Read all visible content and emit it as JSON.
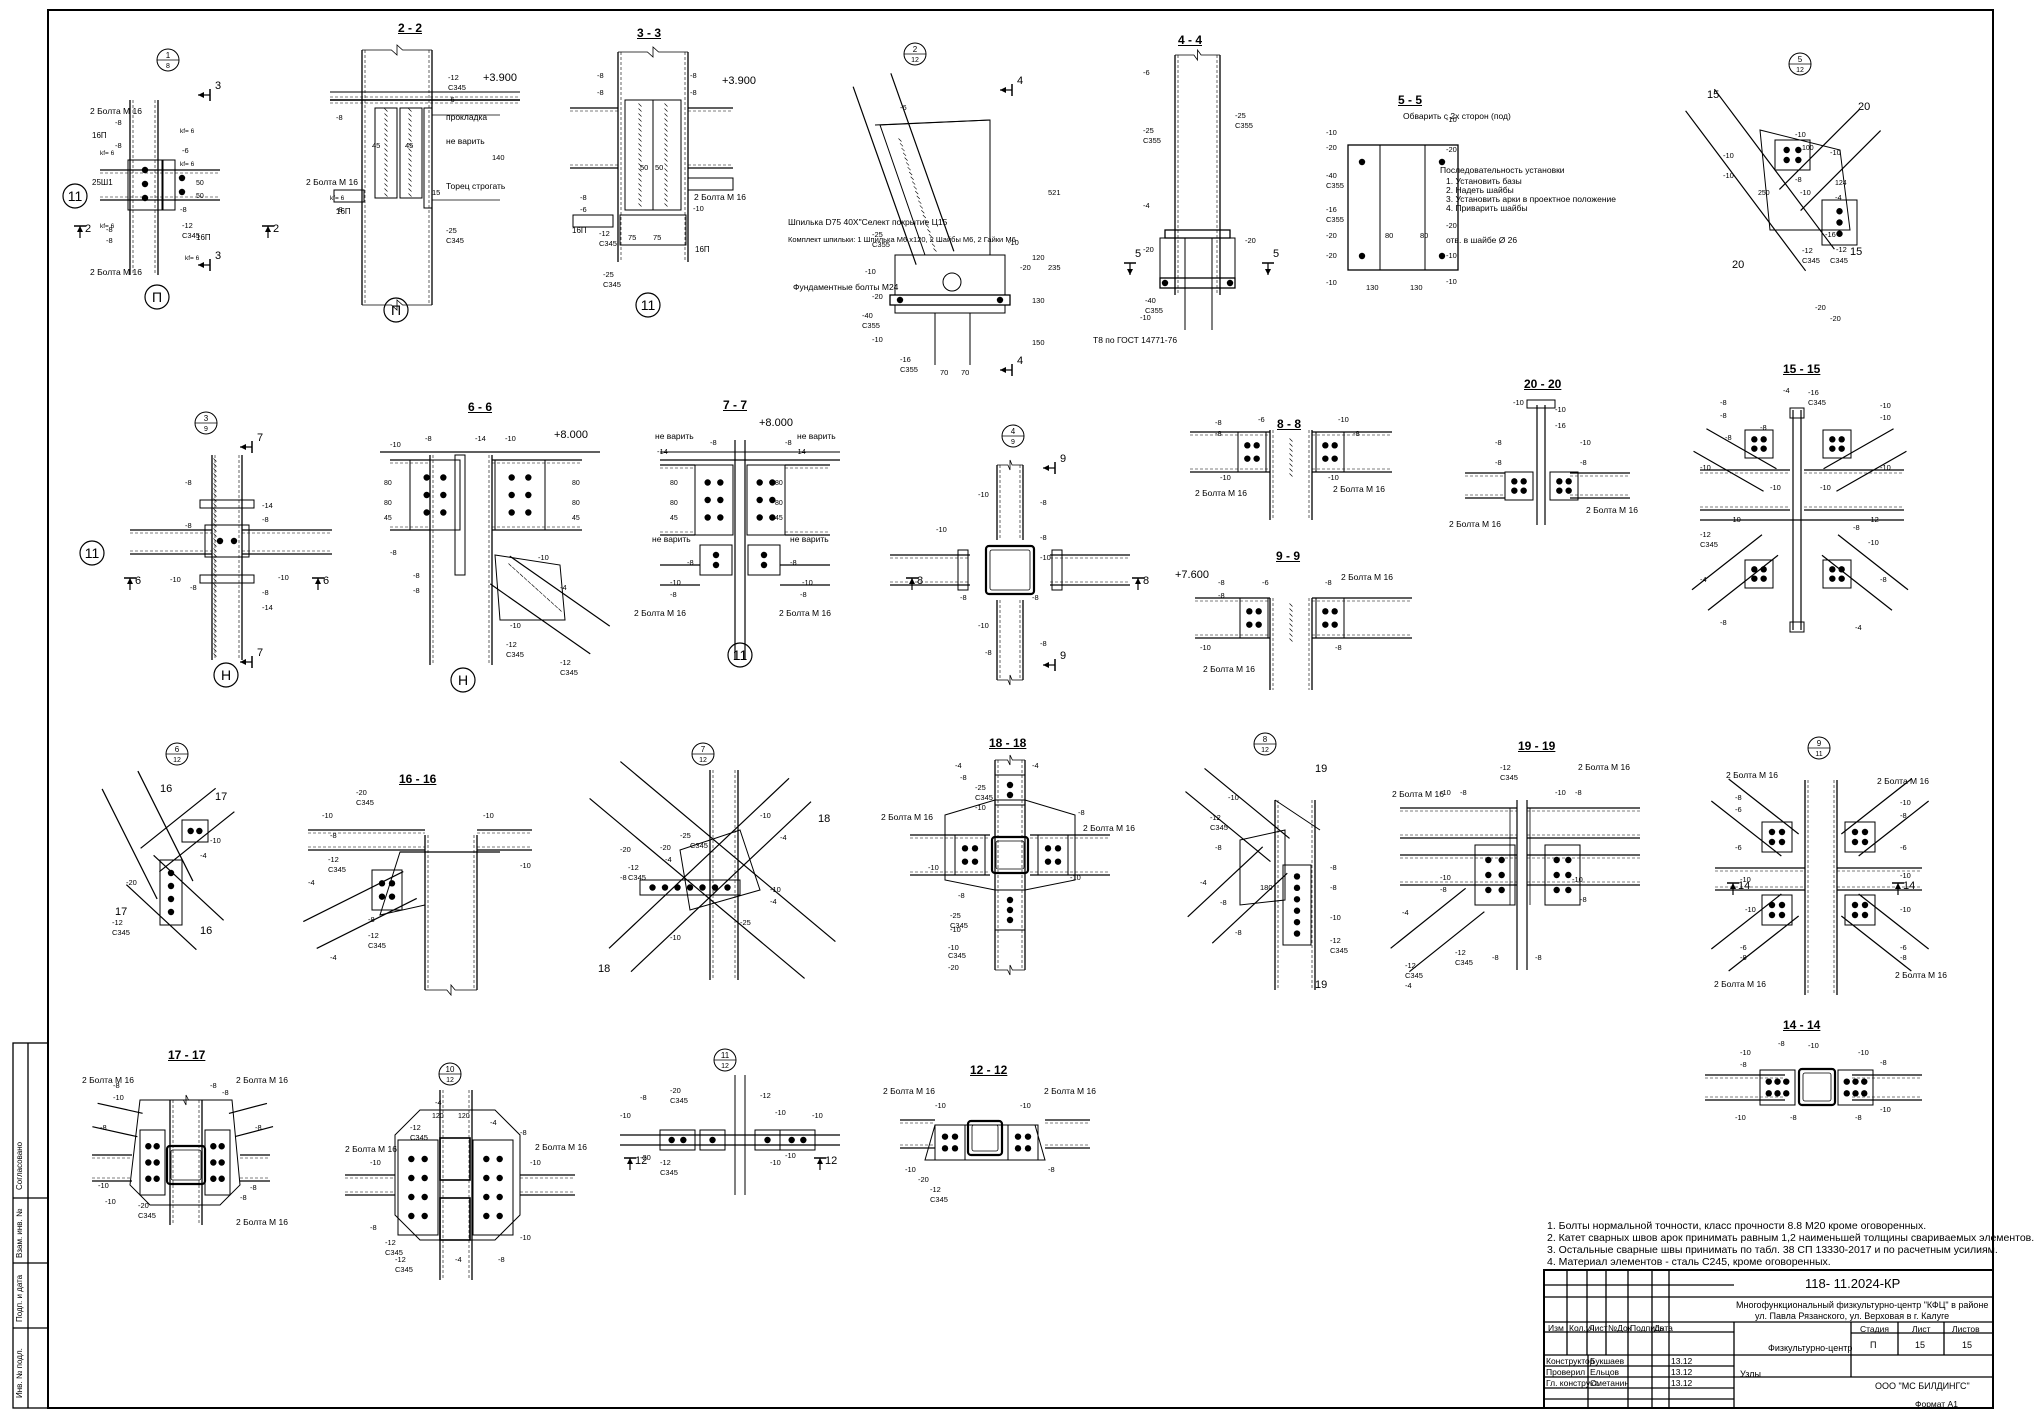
{
  "sheet": {
    "format_label": "Формат А1",
    "notes": [
      "1. Болты нормальной точности, класс прочности 8.8 М20 кроме оговоренных.",
      "2. Катет сварных швов арок принимать равным 1,2 наименьшей толщины свариваемых элементов.",
      "3. Остальные сварные швы принимать по табл. 38 СП 13330-2017 и по расчетным усилиям.",
      "4. Материал элементов - сталь С245, кроме оговоренных."
    ],
    "side_stamp": [
      "Согласовано",
      "Взам. инв. №",
      "Подп. и дата",
      "Инв. № подл."
    ]
  },
  "title_block": {
    "doc_code": "118- 11.2024-КР",
    "project": [
      "Многофункциональный физкультурно-центр \"КФЦ\" в районе",
      "ул. Павла Рязанского, ул. Верховая в г. Калуге"
    ],
    "object": "Физкультурно-центр",
    "sheet_name": "Узлы",
    "organization": "ООО \"МС БИЛДИНГС\"",
    "col_headers": [
      "Изм",
      "Кол.уч",
      "Лист",
      "№Док",
      "Подпись",
      "Дата"
    ],
    "stage_headers": [
      "Стадия",
      "Лист",
      "Листов"
    ],
    "stage_values": [
      "П",
      "15",
      "15"
    ],
    "signers": [
      {
        "role": "Конструктор",
        "name": "Букшаев",
        "date": "13.12"
      },
      {
        "role": "Проверил",
        "name": "Ельцов",
        "date": "13.12"
      },
      {
        "role": "Гл. конструкт.",
        "name": "Сметанин",
        "date": "13.12"
      }
    ]
  },
  "views": [
    {
      "id": "node-1-1",
      "type": "callout",
      "label": "1",
      "sub": "8"
    },
    {
      "id": "sec-2-2",
      "type": "section",
      "label": "2 - 2"
    },
    {
      "id": "sec-3-3",
      "type": "section",
      "label": "3 - 3"
    },
    {
      "id": "node-2-12",
      "type": "callout",
      "label": "2",
      "sub": "12"
    },
    {
      "id": "sec-4-4",
      "type": "section",
      "label": "4 - 4"
    },
    {
      "id": "sec-5-5",
      "type": "section",
      "label": "5 - 5"
    },
    {
      "id": "node-5-12",
      "type": "callout",
      "label": "5",
      "sub": "12"
    },
    {
      "id": "node-3-9",
      "type": "callout",
      "label": "3",
      "sub": "9"
    },
    {
      "id": "sec-6-6",
      "type": "section",
      "label": "6 - 6"
    },
    {
      "id": "sec-7-7",
      "type": "section",
      "label": "7 - 7"
    },
    {
      "id": "node-4-9",
      "type": "callout",
      "label": "4",
      "sub": "9"
    },
    {
      "id": "sec-8-8",
      "type": "section",
      "label": "8 - 8"
    },
    {
      "id": "sec-20-20",
      "type": "section",
      "label": "20 - 20"
    },
    {
      "id": "sec-15-15",
      "type": "section",
      "label": "15 - 15"
    },
    {
      "id": "sec-9-9",
      "type": "section",
      "label": "9 - 9"
    },
    {
      "id": "node-6-12",
      "type": "callout",
      "label": "6",
      "sub": "12"
    },
    {
      "id": "sec-16-16",
      "type": "section",
      "label": "16 - 16"
    },
    {
      "id": "node-7-12",
      "type": "callout",
      "label": "7",
      "sub": "12"
    },
    {
      "id": "sec-18-18",
      "type": "section",
      "label": "18 - 18"
    },
    {
      "id": "node-8-12",
      "type": "callout",
      "label": "8",
      "sub": "12"
    },
    {
      "id": "sec-19-19",
      "type": "section",
      "label": "19 - 19"
    },
    {
      "id": "node-9-11",
      "type": "callout",
      "label": "9",
      "sub": "11"
    },
    {
      "id": "sec-14-14",
      "type": "section",
      "label": "14 - 14"
    },
    {
      "id": "sec-17-17",
      "type": "section",
      "label": "17 - 17"
    },
    {
      "id": "node-10-12",
      "type": "callout",
      "label": "10",
      "sub": "12"
    },
    {
      "id": "node-11-12",
      "type": "callout",
      "label": "11",
      "sub": "12"
    },
    {
      "id": "sec-12-12",
      "type": "section",
      "label": "12 - 12"
    }
  ],
  "axis_markers": [
    "11",
    "П",
    "П",
    "11",
    "11",
    "Н",
    "Н",
    "11"
  ],
  "elevations": [
    "+3.900",
    "+3.900",
    "+8.000",
    "+8.000",
    "+7.600"
  ],
  "annotations": {
    "bolts_m16": "2 Болта М 16",
    "bolts_m24": "Фундаментные болты М24",
    "stud": "Шпилька D75 40Х\"Селект покрытие Ц15",
    "kit": "Комплект шпильки: 1 Шпилька М6 х120, 2 Шайбы М6, 2 Гайки М6",
    "no_weld": "не варить",
    "face": "Торец строгать",
    "gasket": "прокладка",
    "t8": "Т8 по ГОСТ 14771-76",
    "install_title": "Последовательность установки",
    "install_steps": [
      "1. Установить базы",
      "2. Надеть шайбы",
      "3. Установить арки в проектное положение",
      "4. Приварить шайбы"
    ],
    "holes": "отв. в шайбе Ø 26",
    "weld_around": "Обварить с 2х сторон (под)",
    "steel_c345": "С345",
    "steel_c355": "С355",
    "profile_16p": "16П",
    "profile_25sh1": "25Ш1",
    "plate_12": "-12",
    "plate_8": "-8",
    "plate_10": "-10",
    "plate_20": "-20",
    "plate_25": "-25",
    "plate_40": "-40",
    "plate_14": "-14",
    "plate_6": "-6",
    "plate_4": "-4",
    "plate_16": "-16",
    "weld_leg": "kf= 6"
  }
}
